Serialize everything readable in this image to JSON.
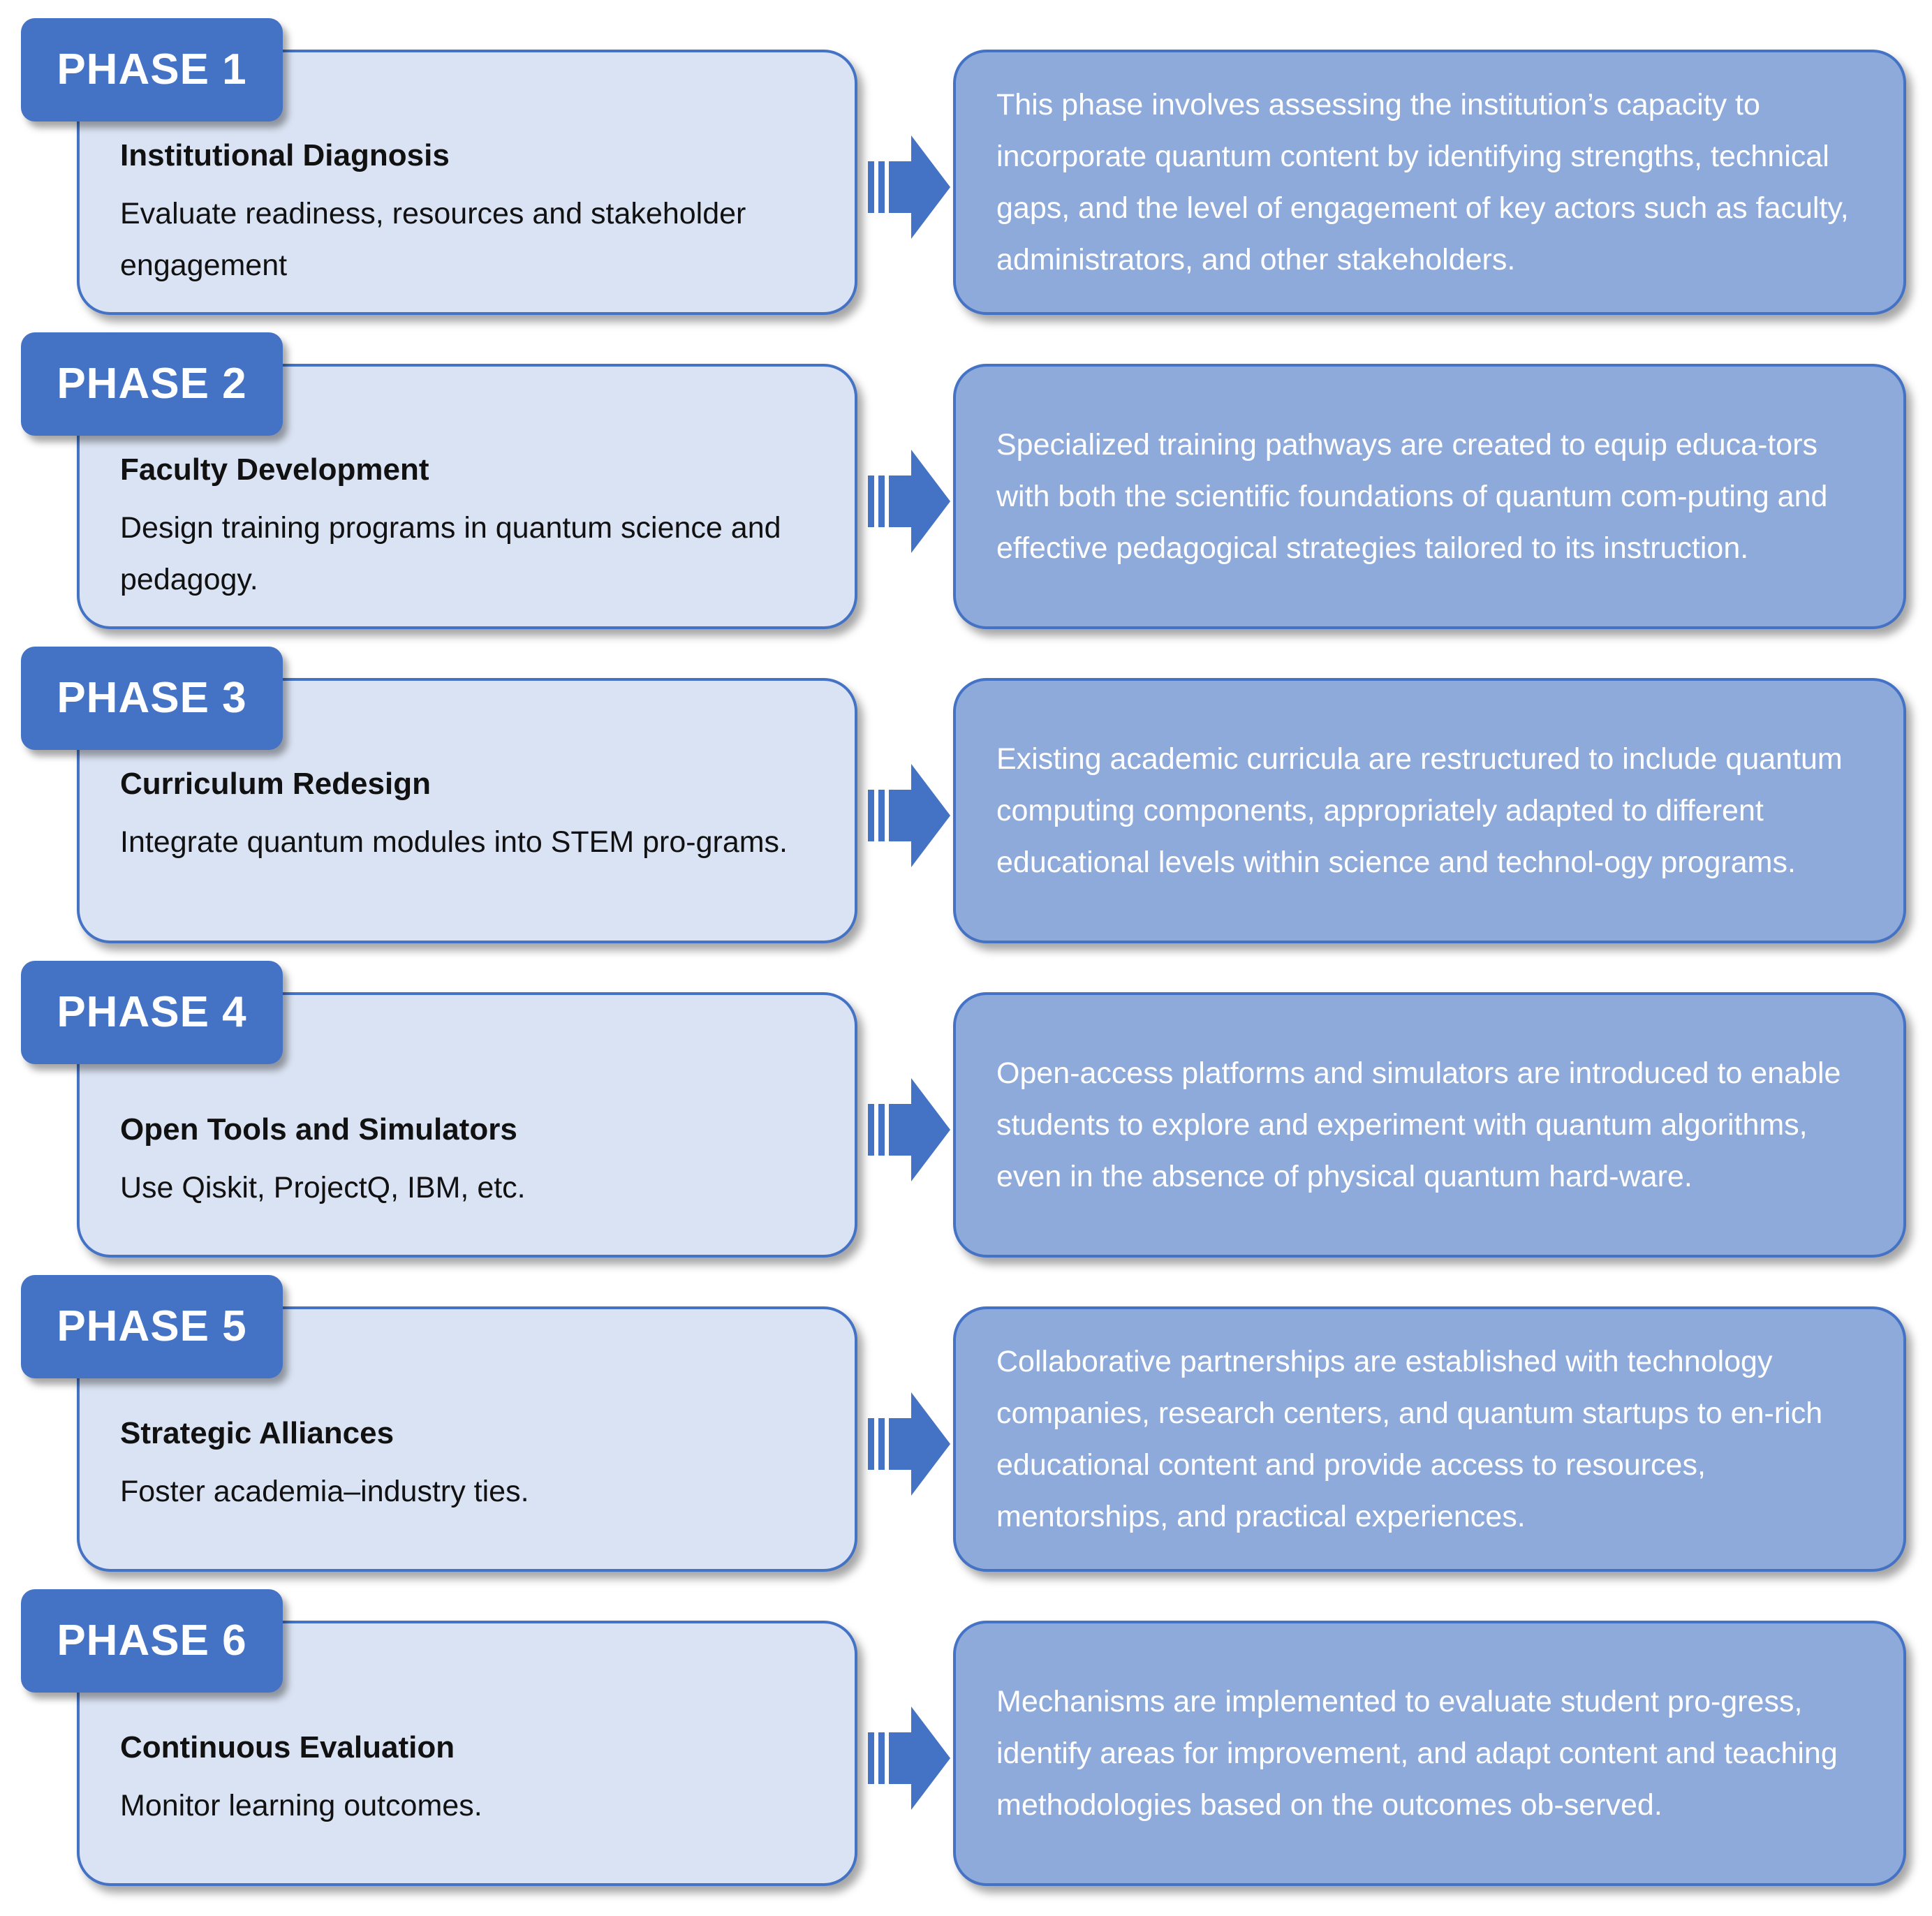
{
  "colors": {
    "badge": "#4472c4",
    "card_border": "#4472c4",
    "left_card_fill": "#dae3f3",
    "right_card_fill": "#8eaadb",
    "arrow": "#4472c4",
    "description_text": "#ffffff",
    "card_text": "#111111"
  },
  "phases": [
    {
      "badge": "PHASE 1",
      "title": "Institutional Diagnosis",
      "subtitle": "Evaluate readiness, resources and stakeholder engagement",
      "description": "This phase involves assessing the institution’s capacity to incorporate quantum content by identifying strengths, technical gaps, and the level of engagement of key actors such as faculty, administrators, and other stakeholders.",
      "arrow_icon": "striped-right-arrow-icon"
    },
    {
      "badge": "PHASE 2",
      "title": "Faculty Development",
      "subtitle": "Design training programs in quantum science and pedagogy.",
      "description": "Specialized training pathways are created to equip educa-tors with both the scientific foundations of quantum com-puting and effective pedagogical strategies tailored to its instruction.",
      "arrow_icon": "striped-right-arrow-icon"
    },
    {
      "badge": "PHASE 3",
      "title": "Curriculum Redesign",
      "subtitle": "Integrate quantum modules into STEM pro-grams.",
      "description": "Existing academic curricula are restructured to include quantum computing components, appropriately adapted to different educational levels within science and technol-ogy programs.",
      "arrow_icon": "striped-right-arrow-icon"
    },
    {
      "badge": "PHASE 4",
      "title": "Open Tools and Simulators",
      "subtitle": "Use Qiskit, ProjectQ, IBM, etc.",
      "description": "Open-access platforms and simulators are introduced to enable students to explore and experiment with quantum algorithms, even in the absence of physical quantum hard-ware.",
      "arrow_icon": "striped-right-arrow-icon"
    },
    {
      "badge": "PHASE 5",
      "title": "Strategic Alliances",
      "subtitle": "Foster academia–industry ties.",
      "description": "Collaborative partnerships are established with technology companies, research centers, and quantum startups to en-rich educational content and provide access to resources, mentorships, and practical experiences.",
      "arrow_icon": "striped-right-arrow-icon"
    },
    {
      "badge": "PHASE 6",
      "title": "Continuous Evaluation",
      "subtitle": "Monitor learning outcomes.",
      "description": "Mechanisms are implemented to evaluate student pro-gress, identify areas for improvement, and adapt content and teaching methodologies based on the outcomes ob-served.",
      "arrow_icon": "striped-right-arrow-icon"
    }
  ]
}
